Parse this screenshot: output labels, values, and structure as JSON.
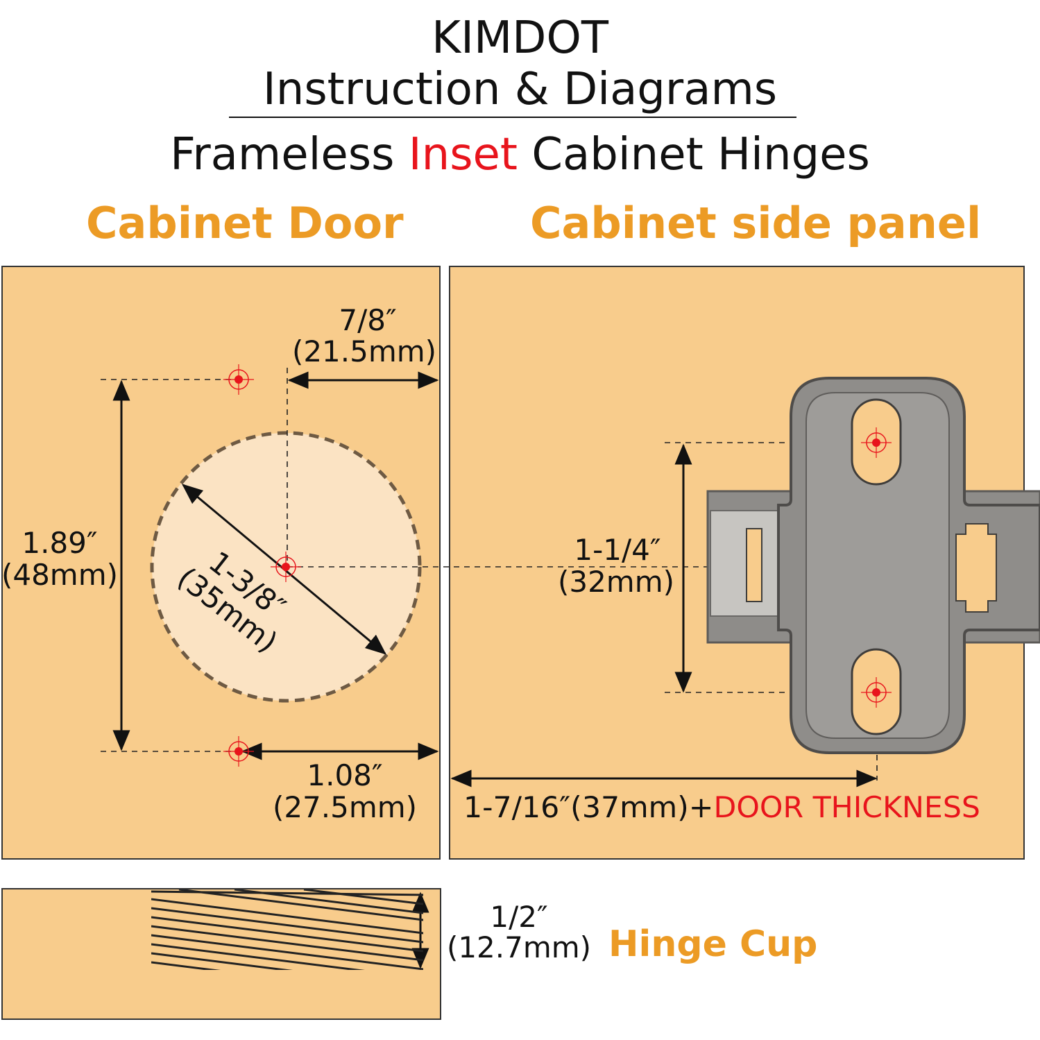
{
  "header": {
    "brand": "KIMDOT",
    "subtitle": "Instruction & Diagrams",
    "hinge_title_pre": "Frameless ",
    "hinge_title_accent": "Inset",
    "hinge_title_post": " Cabinet Hinges"
  },
  "panels": {
    "door_title": "Cabinet Door",
    "side_title": "Cabinet side panel",
    "cup_title": "Hinge Cup"
  },
  "dimensions": {
    "edge_offset_in": "7/8″",
    "edge_offset_mm": "(21.5mm)",
    "screw_span_in": "1.89″",
    "screw_span_mm": "(48mm)",
    "cup_diameter_in": "1-3/8″",
    "cup_diameter_mm": "(35mm)",
    "screw_edge_in": "1.08″",
    "screw_edge_mm": "(27.5mm)",
    "plate_span_in": "1-1/4″",
    "plate_span_mm": "(32mm)",
    "plate_offset": "1-7/16″(37mm)+",
    "plate_offset_accent": "DOOR THICKNESS",
    "cup_depth_in": "1/2″",
    "cup_depth_mm": "(12.7mm)"
  },
  "colors": {
    "panel_fill": "#f8cc8c",
    "title_orange": "#ec9b25",
    "accent_red": "#e8141c",
    "hinge_gray": "#8e8c89"
  }
}
